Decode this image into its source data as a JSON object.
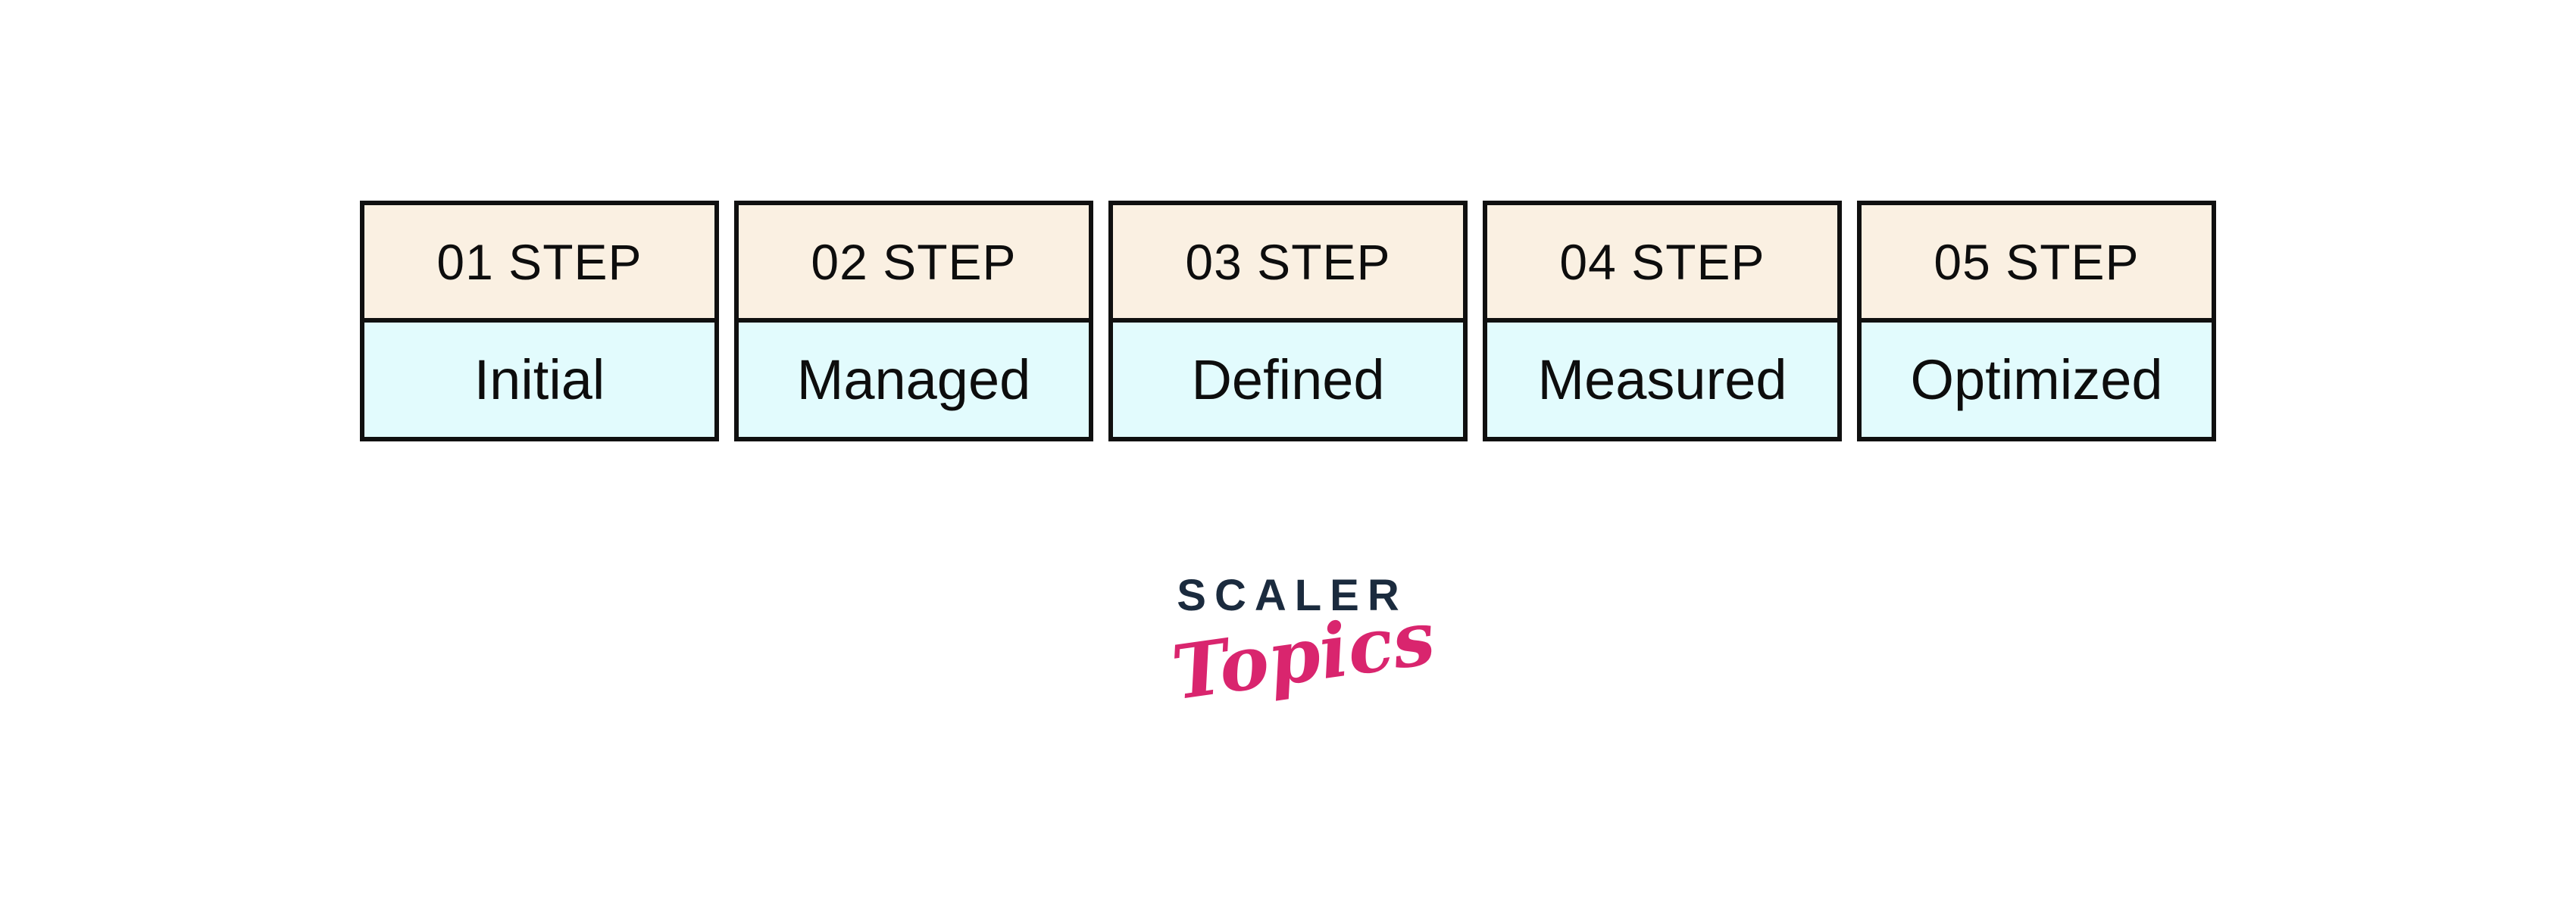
{
  "diagram": {
    "steps": [
      {
        "step_label": "01 STEP",
        "name": "Initial"
      },
      {
        "step_label": "02 STEP",
        "name": "Managed"
      },
      {
        "step_label": "03 STEP",
        "name": "Defined"
      },
      {
        "step_label": "04 STEP",
        "name": "Measured"
      },
      {
        "step_label": "05 STEP",
        "name": "Optimized"
      }
    ],
    "colors": {
      "header_background": "#faf0e2",
      "body_background": "#e2fbfd",
      "border": "#101010",
      "text": "#0d0d0d"
    }
  },
  "logo": {
    "brand": "SCALER",
    "sub": "Topics",
    "brand_color": "#1b2b3e",
    "sub_color": "#d9256e"
  }
}
